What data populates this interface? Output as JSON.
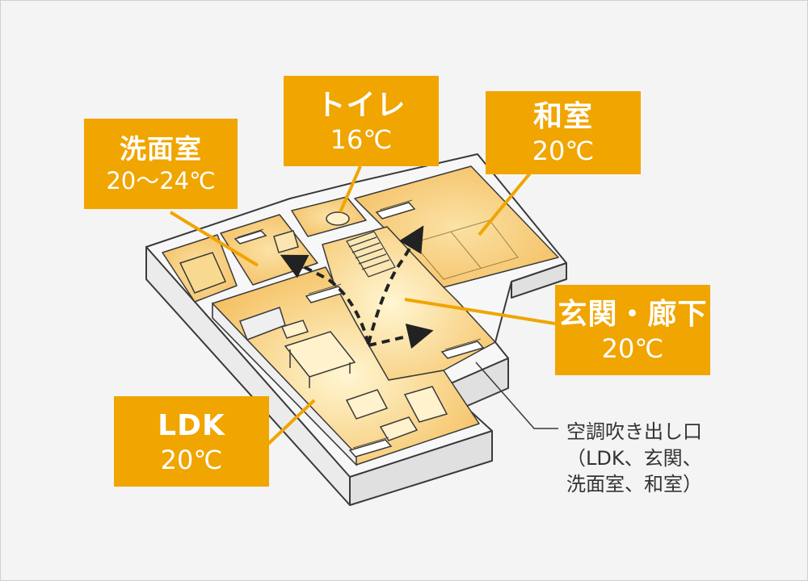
{
  "colors": {
    "label_bg": "#f0a500",
    "label_text": "#ffffff",
    "floor_light": "#fff3c8",
    "floor_warm": "#f6c367",
    "wall": "#f2f2f2",
    "outline": "#3a3a3a",
    "background": "#f4f4f4"
  },
  "labels": {
    "washroom": {
      "name": "洗面室",
      "temp": "20〜24℃"
    },
    "toilet": {
      "name": "トイレ",
      "temp": "16℃"
    },
    "washitsu": {
      "name": "和室",
      "temp": "20℃"
    },
    "hallway": {
      "name": "玄関・廊下",
      "temp": "20℃"
    },
    "ldk": {
      "name": "LDK",
      "temp": "20℃"
    }
  },
  "note": {
    "lines": [
      "空調吹き出し口",
      "（LDK、玄関、",
      "洗面室、和室）"
    ]
  }
}
